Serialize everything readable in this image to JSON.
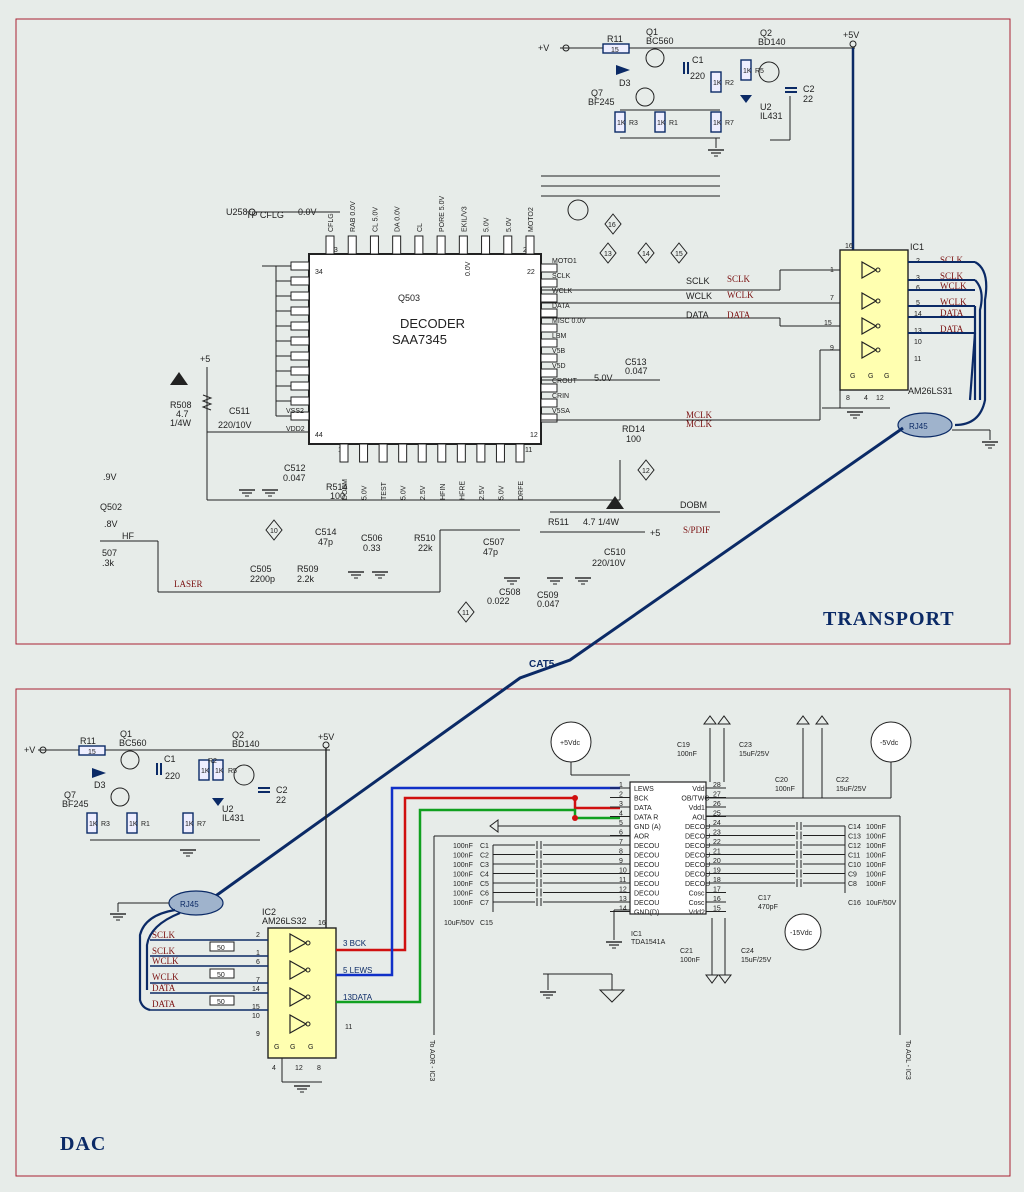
{
  "sections": {
    "transport": "TRANSPORT",
    "dac": "DAC",
    "cable": "CAT5"
  },
  "transport_psu": {
    "vin": "+V",
    "r11": "R11",
    "r11v": "15",
    "q1": "Q1",
    "q1t": "BC560",
    "d3": "D3",
    "q7": "Q7",
    "q7t": "BF245",
    "c1": "C1",
    "c1v": "220",
    "q2": "Q2",
    "q2t": "BD140",
    "u2": "U2",
    "u2t": "IL431",
    "c2": "C2",
    "c2v": "22",
    "vout": "+5V",
    "r_values": [
      "1K",
      "1K",
      "1K",
      "1K",
      "1K"
    ],
    "r_names": [
      "R3",
      "R1",
      "R2",
      "R7",
      "R5"
    ]
  },
  "decoder": {
    "name": "Q503",
    "line1": "DECODER",
    "line2": "SAA7345",
    "top_pins": [
      "CFLG",
      "RAB 0.0V",
      "CL 5.0V",
      "DA 0.0V",
      "CL",
      "PORE 5.0V",
      "EKIL/V3",
      "5.0V",
      "5.0V",
      "MOTO2"
    ],
    "bottom_pins": [
      "DOBM",
      "5.0V",
      "TEST",
      "5.0V",
      "2.5V",
      "HFIN",
      "HFRE",
      "2.5V",
      "5.0V",
      "DRFE"
    ],
    "pin_labels": {
      "p33": "33",
      "p34": "34",
      "p22": "22",
      "p23": "23",
      "p44": "44",
      "p1": "1",
      "p11": "11",
      "p12": "12"
    },
    "right_pins": [
      "MOTO1",
      "SCLK",
      "WCLK",
      "DATA",
      "MISC 0.0V",
      "LBM",
      "V5B",
      "V5D",
      "CROUT",
      "CRIN",
      "V5SA"
    ],
    "left_pins": [
      "VSS2",
      "VDD2"
    ],
    "u258": "U258",
    "tp": "TP CFLG",
    "tpv": "0.0V",
    "moto_v": "0.0V",
    "markers": [
      "13",
      "14",
      "15",
      "16",
      "12",
      "11",
      "10"
    ]
  },
  "transport_parts": {
    "p5v_a": "+5",
    "r508": "R508",
    "r508v": "4.7",
    "r508w": "1/4W",
    "c511": "C511",
    "c511v": "220/10V",
    "c512": "C512",
    "c512v": "0.047",
    "c513": "C513",
    "c513v": "0.047",
    "v5": "5.0V",
    "rd14": "RD14",
    "rd14v": "100",
    "mclk": "MCLK",
    "r514": "R514",
    "r514v": "100",
    "c514": "C514",
    "c514v": "47p",
    "c506": "C506",
    "c506v": "0.33",
    "r510": "R510",
    "r510v": "22k",
    "c507": "C507",
    "c507v": "47p",
    "c508": "C508",
    "c508v": "0.022",
    "c509": "C509",
    "c509v": "0.047",
    "r511": "R511",
    "r511v": "4.7 1/4W",
    "p5v_b": "+5",
    "c510": "C510",
    "c510v": "220/10V",
    "dobm": "DOBM",
    "spdif": "S/PDIF",
    "q502a": ".9V",
    "q502": "Q502",
    "q502b": ".8V",
    "hf": "HF",
    "s507": "507",
    "s507v": ".3k",
    "laser": "LASER",
    "c505": "C505",
    "c505v": "2200p",
    "r509": "R509",
    "r509v": "2.2k"
  },
  "ic1": {
    "name": "IC1",
    "part": "AM26LS31",
    "vcc": "+5V",
    "inputs": [
      "SCLK",
      "WCLK",
      "DATA",
      "MCLK"
    ],
    "in_pins": [
      "1",
      "7",
      "15",
      "9"
    ],
    "out_pins": [
      "2",
      "3",
      "6",
      "5",
      "14",
      "13",
      "10",
      "11"
    ],
    "out_labels": [
      "SCLK",
      "SCLK",
      "WCLK",
      "WCLK",
      "DATA",
      "DATA"
    ],
    "bot": [
      "G",
      "G",
      "G"
    ],
    "bot_pins": [
      "8",
      "4",
      "12"
    ],
    "pin16": "16",
    "connector": "RJ45"
  },
  "dac_psu": {
    "vin": "+V",
    "r11": "R11",
    "r11v": "15",
    "q1": "Q1",
    "q1t": "BC560",
    "d3": "D3",
    "q7": "Q7",
    "q7t": "BF245",
    "c1": "C1",
    "c1v": "220",
    "q2": "Q2",
    "q2t": "BD140",
    "u2": "U2",
    "u2t": "IL431",
    "c2": "C2",
    "c2v": "22",
    "vout": "+5V",
    "r_values": [
      "1K",
      "1K",
      "1K",
      "1K",
      "1K"
    ],
    "r_names": [
      "R3",
      "R1",
      "R2",
      "R7",
      "R5"
    ]
  },
  "ic2": {
    "name": "IC2",
    "part": "AM26LS32",
    "connector": "RJ45",
    "inputs": [
      "SCLK",
      "SCLK",
      "WCLK",
      "WCLK",
      "DATA",
      "DATA"
    ],
    "in_pins": [
      "2",
      "1",
      "6",
      "7",
      "14",
      "15",
      "10",
      "9"
    ],
    "resistors": [
      "50",
      "50",
      "50"
    ],
    "outputs": [
      "3 BCK",
      "5 LEWS",
      "13DATA"
    ],
    "nc_out": "11",
    "bot": [
      "G",
      "G",
      "G"
    ],
    "bot_pins": [
      "4",
      "12",
      "8"
    ],
    "pin16": "16"
  },
  "tda": {
    "name": "IC1",
    "part": "TDA1541A",
    "left_labels": [
      "LEWS",
      "BCK",
      "DATA",
      "DATA R",
      "GND (A)",
      "AOR",
      "DECOU",
      "DECOU",
      "DECOU",
      "DECOU",
      "DECOU",
      "DECOU",
      "DECOU",
      "GND(D)"
    ],
    "left_pins": [
      "1",
      "2",
      "3",
      "4",
      "5",
      "6",
      "7",
      "8",
      "9",
      "10",
      "11",
      "12",
      "13",
      "14"
    ],
    "right_labels": [
      "Vdd",
      "OB/TWC",
      "Vdd1",
      "AOL",
      "DECOU",
      "DECOU",
      "DECOU",
      "DECOU",
      "DECOU",
      "DECOU",
      "DECOU",
      "Cosc",
      "Cosc",
      "Vdd2"
    ],
    "right_pins": [
      "28",
      "27",
      "26",
      "25",
      "24",
      "23",
      "22",
      "21",
      "20",
      "19",
      "18",
      "17",
      "16",
      "15"
    ],
    "caps_left": [
      "C1",
      "C2",
      "C3",
      "C4",
      "C5",
      "C6",
      "C7"
    ],
    "caps_left_v": "100nF",
    "caps_right": [
      "C14",
      "C13",
      "C12",
      "C11",
      "C10",
      "C9",
      "C8"
    ],
    "caps_right_v": "100nF",
    "c15": "C15",
    "c15v": "10uF/50V",
    "c16": "C16",
    "c16v": "10uF/50V",
    "c17": "C17",
    "c17v": "470pF",
    "c19": "C19",
    "c19v": "100nF",
    "c23": "C23",
    "c23v": "15uF/25V",
    "c20": "C20",
    "c20v": "100nF",
    "c22": "C22",
    "c22v": "15uF/25V",
    "c21": "C21",
    "c21v": "100nF",
    "c24": "C24",
    "c24v": "15uF/25V",
    "p5vdc": "+5Vdc",
    "m5vdc": "-5Vdc",
    "m15vdc": "-15Vdc",
    "to_aor": "To AOR - IC3",
    "to_aol": "To AOL - IC3"
  }
}
